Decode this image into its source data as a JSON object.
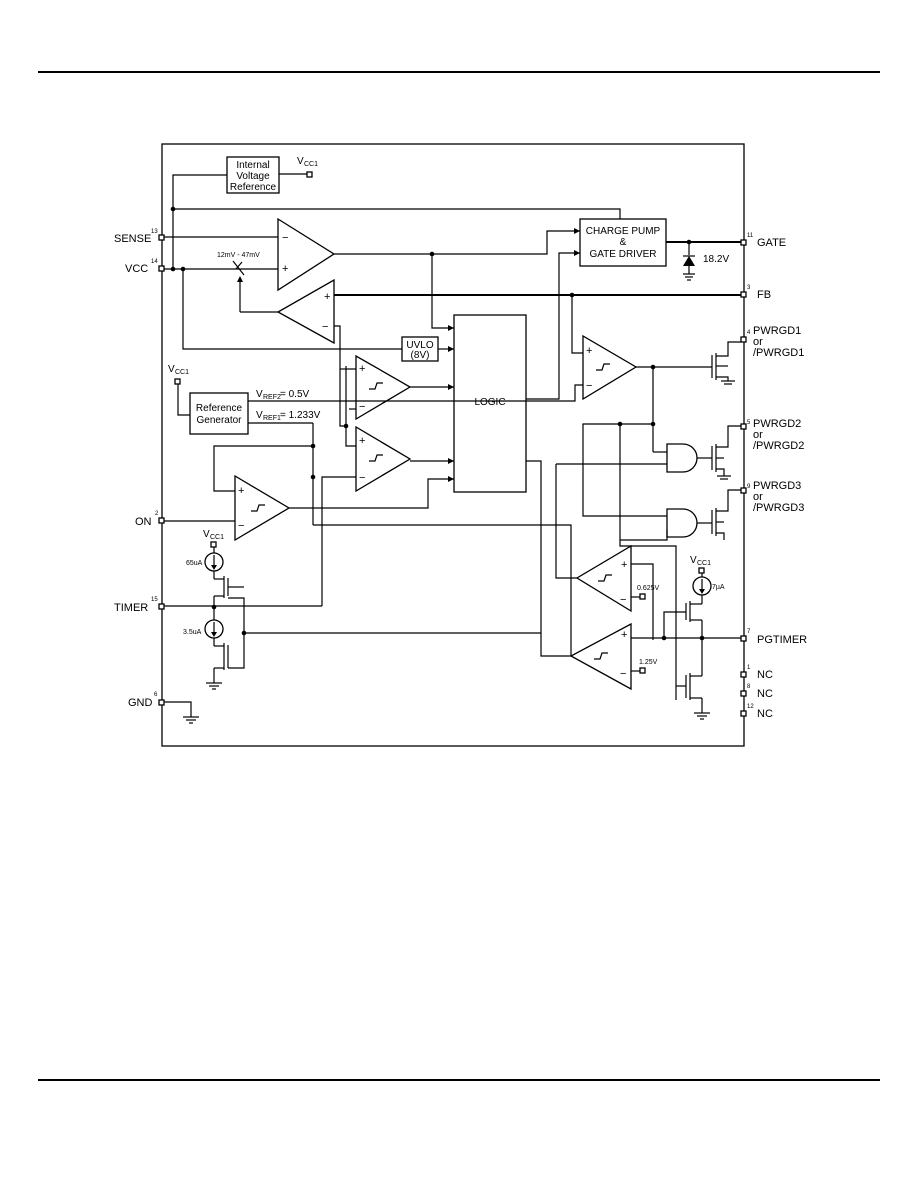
{
  "pins": {
    "sense": {
      "label": "SENSE",
      "num": "13"
    },
    "vcc": {
      "label": "VCC",
      "num": "14"
    },
    "on": {
      "label": "ON",
      "num": "2"
    },
    "timer": {
      "label": "TIMER",
      "num": "15"
    },
    "gnd": {
      "label": "GND",
      "num": "6"
    },
    "gate": {
      "label": "GATE",
      "num": "11"
    },
    "fb": {
      "label": "FB",
      "num": "3"
    },
    "pwrgd1": {
      "label": "PWRGD1",
      "label2": "or",
      "label3": "/PWRGD1",
      "num": "4"
    },
    "pwrgd2": {
      "label": "PWRGD2",
      "label2": "or",
      "label3": "/PWRGD2",
      "num": "5"
    },
    "pwrgd3": {
      "label": "PWRGD3",
      "label2": "or",
      "label3": "/PWRGD3",
      "num": "9"
    },
    "pgtimer": {
      "label": "PGTIMER",
      "num": "7"
    },
    "nc1": {
      "label": "NC",
      "num": "1"
    },
    "nc2": {
      "label": "NC",
      "num": "8"
    },
    "nc3": {
      "label": "NC",
      "num": "12"
    }
  },
  "blocks": {
    "ivr": [
      "Internal",
      "Voltage",
      "Reference"
    ],
    "charge_pump": [
      "CHARGE PUMP",
      "&",
      "GATE DRIVER"
    ],
    "uvlo": [
      "UVLO",
      "(8V)"
    ],
    "logic": "LOGIC",
    "ref_gen": [
      "Reference",
      "Generator"
    ]
  },
  "labels": {
    "vcc1": "V",
    "vcc1_sub": "CC1",
    "vref2": "V",
    "vref2_sub": "REF2",
    "vref2_val": " = 0.5V",
    "vref1": "V",
    "vref1_sub": "REF1",
    "vref1_val": " = 1.233V",
    "offset": "12mV - 47mV",
    "zener": "18.2V",
    "i65": "65uA",
    "i35": "3.5uA",
    "i7": "7µA",
    "v0625": "0.625V",
    "v125": "1.25V",
    "plus": "+",
    "minus": "−"
  }
}
